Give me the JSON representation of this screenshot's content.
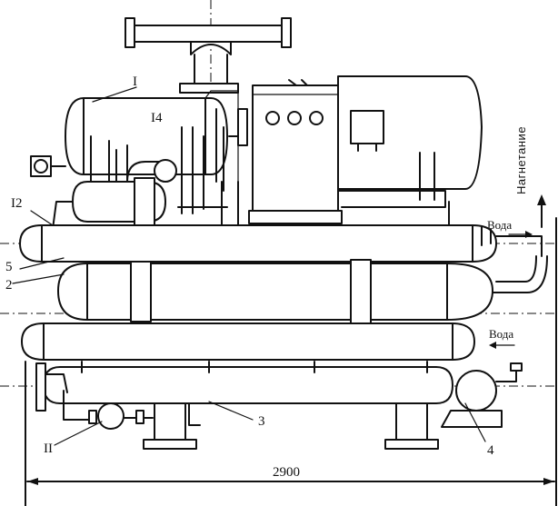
{
  "labels": {
    "l1": "I",
    "l14": "I4",
    "l12": "I2",
    "l5": "5",
    "l2": "2",
    "l3": "3",
    "l4": "4",
    "l11": "II",
    "water_top": "Вода",
    "water_bottom": "Вода",
    "discharge": "Нагнетание",
    "dimension": "2900"
  }
}
